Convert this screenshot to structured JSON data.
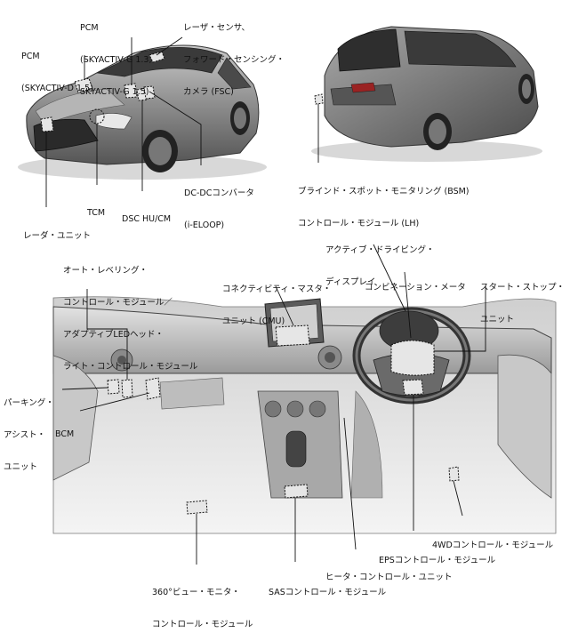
{
  "labels": {
    "pcm_diesel": [
      "PCM",
      "(SKYACTIV-D 1.5)"
    ],
    "pcm_gasoline": [
      "PCM",
      "(SKYACTIV-G 1.3,",
      "SKYACTIV-G 1.5)"
    ],
    "fsc": [
      "レーザ・センサ、",
      "フォワード・センシング・",
      "カメラ (FSC)"
    ],
    "dcdc": [
      "DC-DCコンバータ",
      "(i-ELOOP)"
    ],
    "tcm": [
      "TCM"
    ],
    "dsc": [
      "DSC HU/CM"
    ],
    "radar": [
      "レーダ・ユニット"
    ],
    "bsm": [
      "ブラインド・スポット・モニタリング (BSM)",
      "コントロール・モジュール (LH)"
    ],
    "auto_leveling": [
      "オート・レベリング・",
      "コントロール・モジュール／",
      "アダプティブLEDヘッド・",
      "ライト・コントロール・モジュール"
    ],
    "cmu": [
      "コネクティビティ・マスタ・",
      "ユニット (CMU)"
    ],
    "active_display": [
      "アクティブ・ドライビング・",
      "ディスプレイ"
    ],
    "combination_meter": [
      "コンビネーション・メータ"
    ],
    "start_stop": [
      "スタート・ストップ・",
      "ユニット"
    ],
    "parking_assist": [
      "パーキング・",
      "アシスト・",
      "ユニット"
    ],
    "bcm": [
      "BCM"
    ],
    "awd": [
      "4WDコントロール・モジュール"
    ],
    "eps": [
      "EPSコントロール・モジュール"
    ],
    "heater": [
      "ヒータ・コントロール・ユニット"
    ],
    "sas": [
      "SASコントロール・モジュール"
    ],
    "view360": [
      "360°ビュー・モニタ・",
      "コントロール・モジュール"
    ]
  }
}
